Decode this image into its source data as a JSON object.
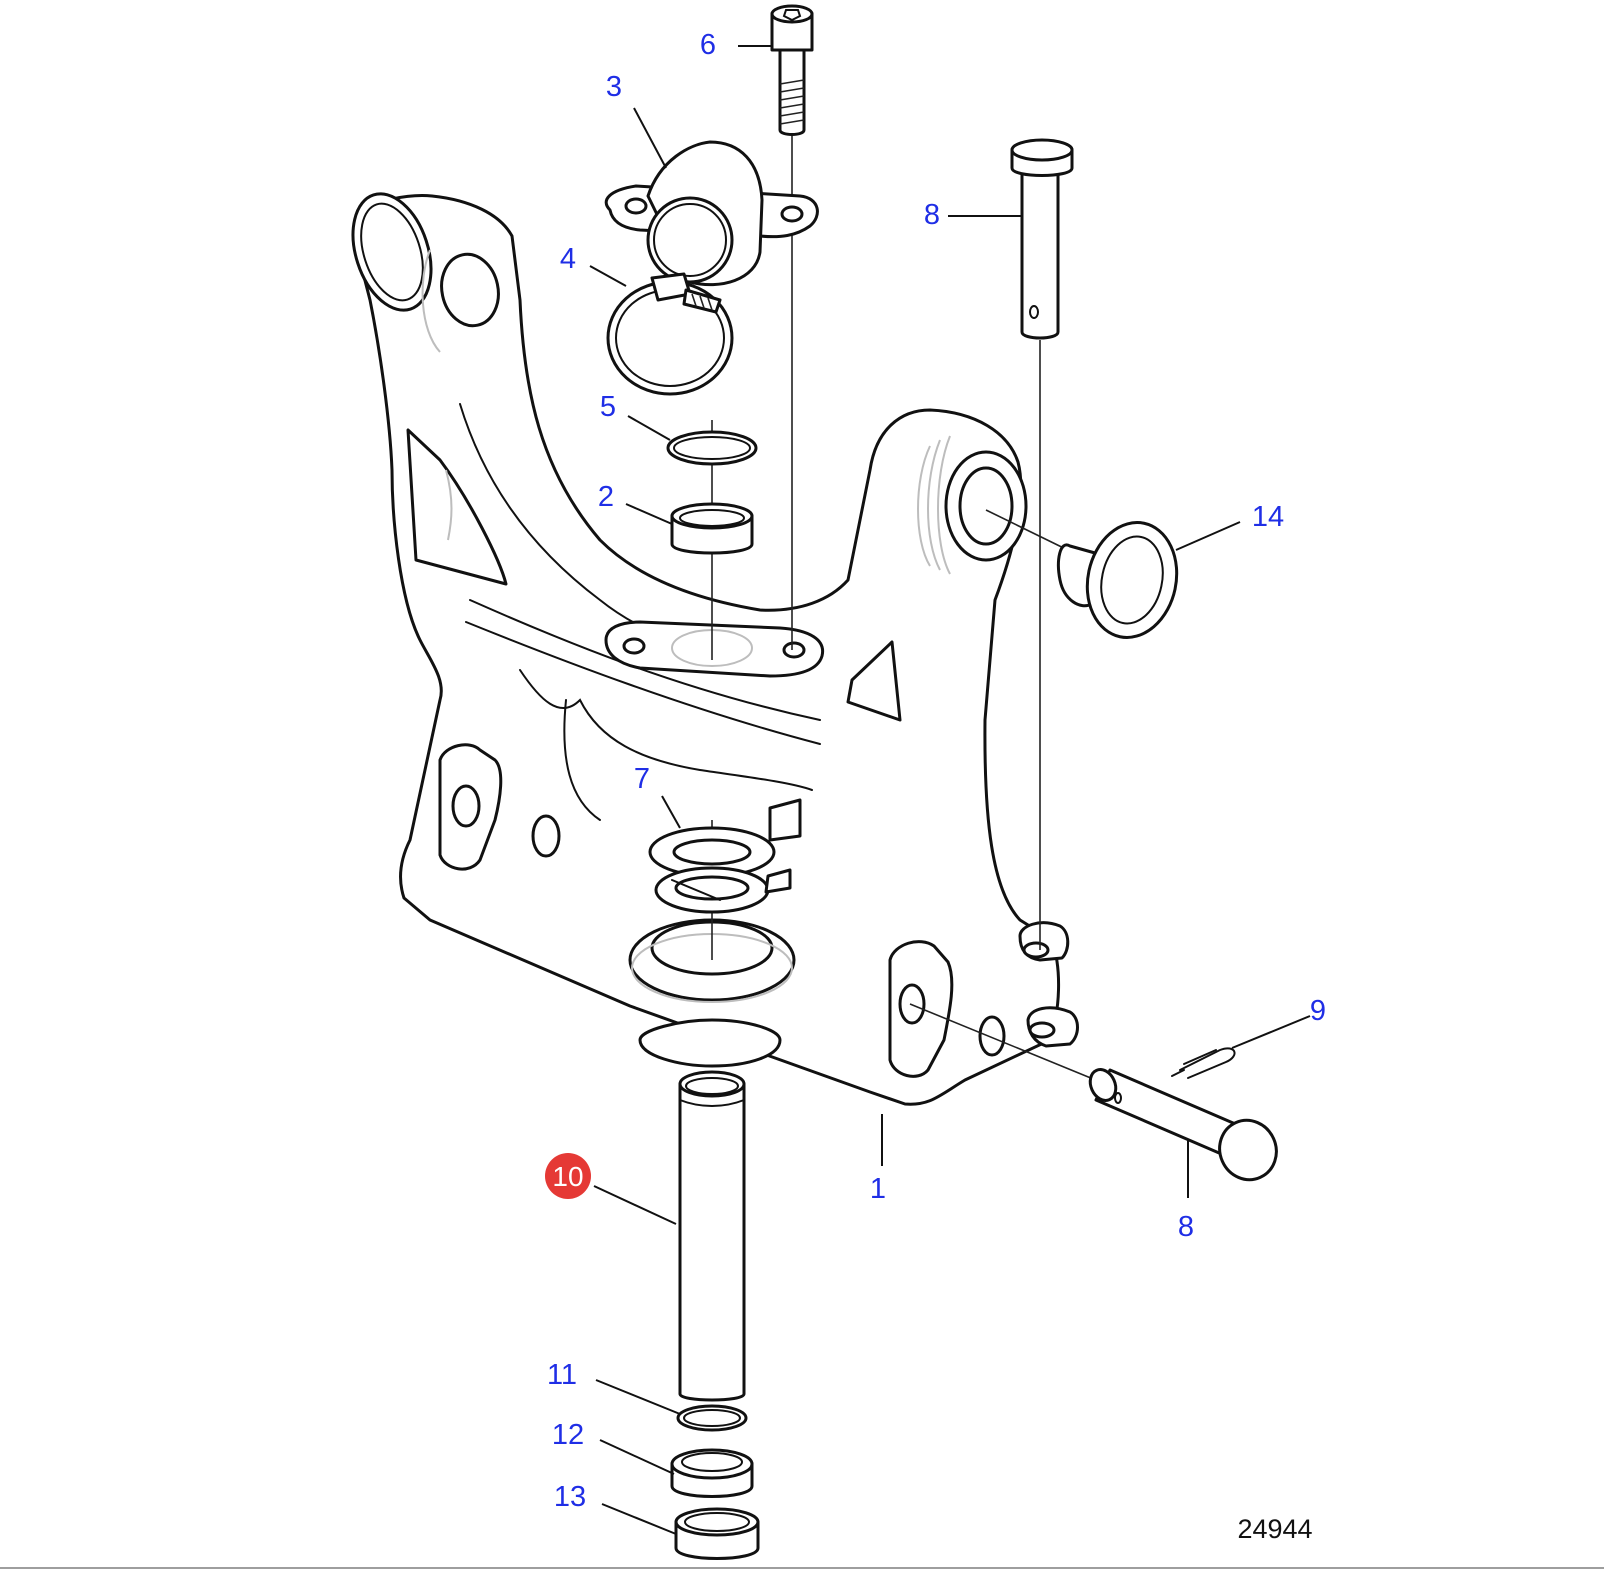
{
  "figure_id": "24944",
  "highlight_color": "#e53935",
  "callout_color": "#1f2ee6",
  "callouts": {
    "c1": "1",
    "c2": "2",
    "c3": "3",
    "c4": "4",
    "c5": "5",
    "c6": "6",
    "c7": "7",
    "c8a": "8",
    "c8b": "8",
    "c9": "9",
    "c10": "10",
    "c11": "11",
    "c12": "12",
    "c13": "13",
    "c14": "14"
  },
  "selected_callout": "10"
}
